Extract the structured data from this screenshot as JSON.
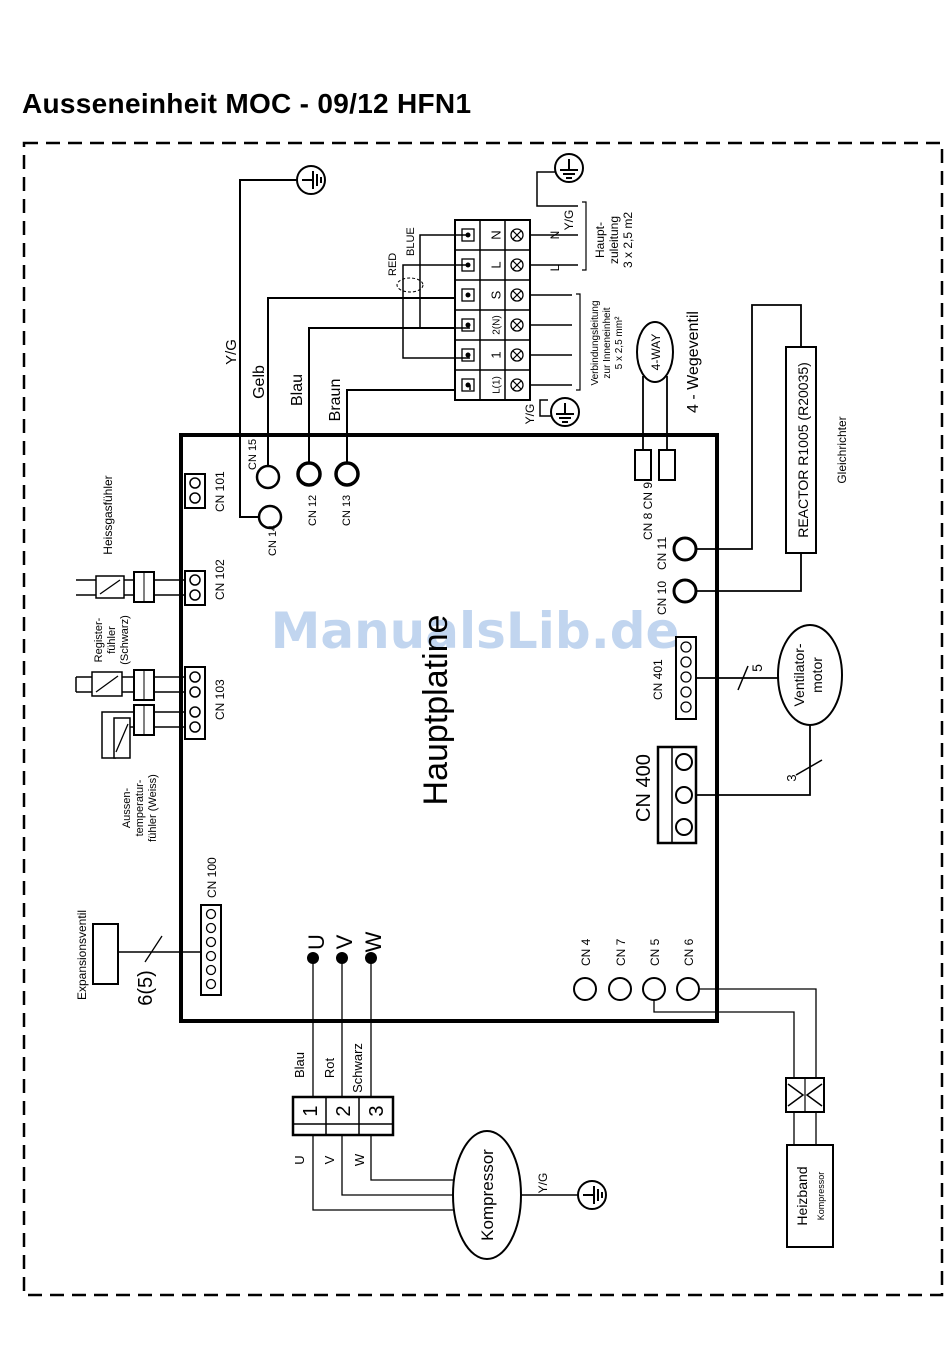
{
  "title": "Ausseneinheit  MOC - 09/12 HFN1",
  "watermark": "ManualsLib.de",
  "board_label": "Hauptplatine",
  "connectors": {
    "cn15": "CN 15",
    "cn14": "CN 14",
    "cn12": "CN 12",
    "cn13": "CN 13",
    "cn101": "CN 101",
    "cn102": "CN 102",
    "cn103": "CN 103",
    "cn100": "CN 100",
    "cn8_9": "CN 8 CN 9",
    "cn11": "CN 11",
    "cn10": "CN 10",
    "cn401": "CN 401",
    "cn400": "CN 400",
    "cn4": "CN 4",
    "cn7": "CN 7",
    "cn5": "CN 5",
    "cn6": "CN 6"
  },
  "wires": {
    "yg_top": "Y/G",
    "gelb": "Gelb",
    "blau": "Blau",
    "braun": "Braun",
    "red": "RED",
    "blue": "BLUE",
    "yg_terminal": "Y/G",
    "yg_compressor": "Y/G",
    "u": "U",
    "v": "V",
    "w": "W",
    "blau_b": "Blau",
    "rot": "Rot",
    "schwarz": "Schwarz",
    "u_lo": "U",
    "v_lo": "V",
    "w_lo": "W",
    "five": "5",
    "three": "3",
    "six_five": "6(5)"
  },
  "terminal_block": {
    "rows": [
      "N",
      "L",
      "S",
      "2(N)",
      "1",
      "L(1)"
    ],
    "main_labels": [
      "Y/G",
      "N",
      "L"
    ]
  },
  "components": {
    "hauptzuleitung": "Haupt-\nzuleitung\n3 x 2,5 m2",
    "verbindungsleitung": "Verbindungsleitung\nzur Inneneinheit\n5 x 2,5 mm²",
    "four_way": "4-WAY",
    "wegeventil": "4 - Wegeventil",
    "reactor": "REACTOR  R1005 (R20035)",
    "gleichrichter": "Gleichrichter",
    "ventilatormotor": "Ventilator-\nmotor",
    "heissgas": "Heissgasfühler",
    "register": "Register-\nfühler\n(Schwarz)",
    "aussentemp": "Aussen-\ntemperatur-\nfühler (Weiss)",
    "expansionsventil": "Expansionsventil",
    "kompressor": "Kompressor",
    "heizband": "Heizband",
    "heizband_sub": "Kompressor",
    "compressor_terminals": [
      "1",
      "2",
      "3"
    ]
  }
}
